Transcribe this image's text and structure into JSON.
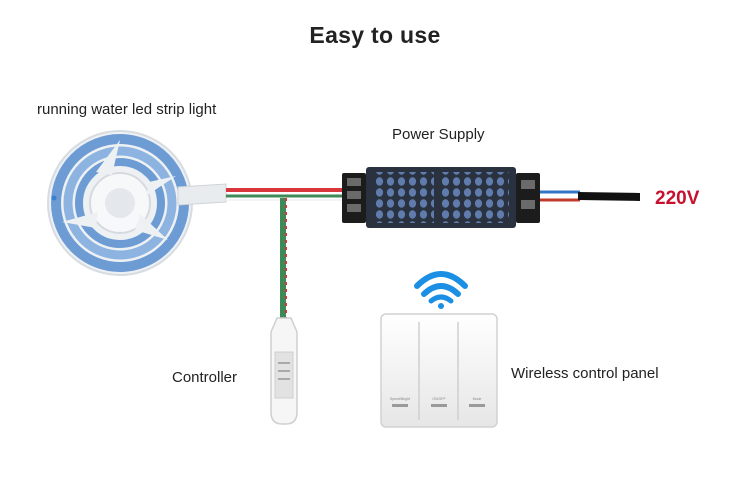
{
  "title": "Easy to use",
  "labels": {
    "strip": "running water led strip light",
    "power_supply": "Power Supply",
    "voltage": "220V",
    "controller": "Controller",
    "panel": "Wireless control panel"
  },
  "panel_buttons": [
    "Speed/Bright",
    "ON/OFF",
    "Mode"
  ],
  "colors": {
    "voltage": "#c8102e",
    "wire_red": "#d8363b",
    "wire_green": "#3d8a57",
    "wifi": "#1a8fe3",
    "led_blue": "#6d9bd3",
    "psu_body": "#2a3240"
  }
}
